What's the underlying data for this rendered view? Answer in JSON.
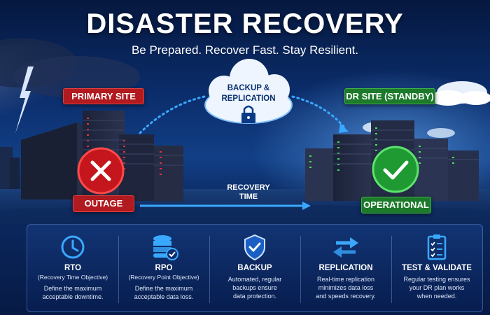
{
  "header": {
    "title": "DISASTER RECOVERY",
    "subtitle": "Be Prepared. Recover Fast. Stay Resilient."
  },
  "diagram": {
    "primary_label": "PRIMARY SITE",
    "dr_label": "DR SITE (STANDBY)",
    "outage_label": "OUTAGE",
    "operational_label": "OPERATIONAL",
    "cloud_line1": "BACKUP &",
    "cloud_line2": "REPLICATION",
    "recovery_line1": "RECOVERY",
    "recovery_line2": "TIME"
  },
  "features": [
    {
      "title": "RTO",
      "subtitle": "(Recovery Time Objective)",
      "desc1": "Define the maximum",
      "desc2": "acceptable downtime.",
      "desc3": "",
      "icon": "clock-icon"
    },
    {
      "title": "RPO",
      "subtitle": "(Recovery Point Objective)",
      "desc1": "Define the maximum",
      "desc2": "acceptable data loss.",
      "desc3": "",
      "icon": "database-check-icon"
    },
    {
      "title": "BACKUP",
      "subtitle": "",
      "desc1": "Automated, regular",
      "desc2": "backups ensure",
      "desc3": "data protection.",
      "icon": "shield-check-icon"
    },
    {
      "title": "REPLICATION",
      "subtitle": "",
      "desc1": "Real-time replication",
      "desc2": "minimizes data loss",
      "desc3": "and speeds recovery.",
      "icon": "swap-arrows-icon"
    },
    {
      "title": "TEST & VALIDATE",
      "subtitle": "",
      "desc1": "Regular testing ensures",
      "desc2": "your DR plan works",
      "desc3": "when needed.",
      "icon": "checklist-icon"
    }
  ],
  "colors": {
    "outage_red": "#c4161c",
    "operational_green": "#1f9a33",
    "accent_blue": "#3aa8ff"
  }
}
